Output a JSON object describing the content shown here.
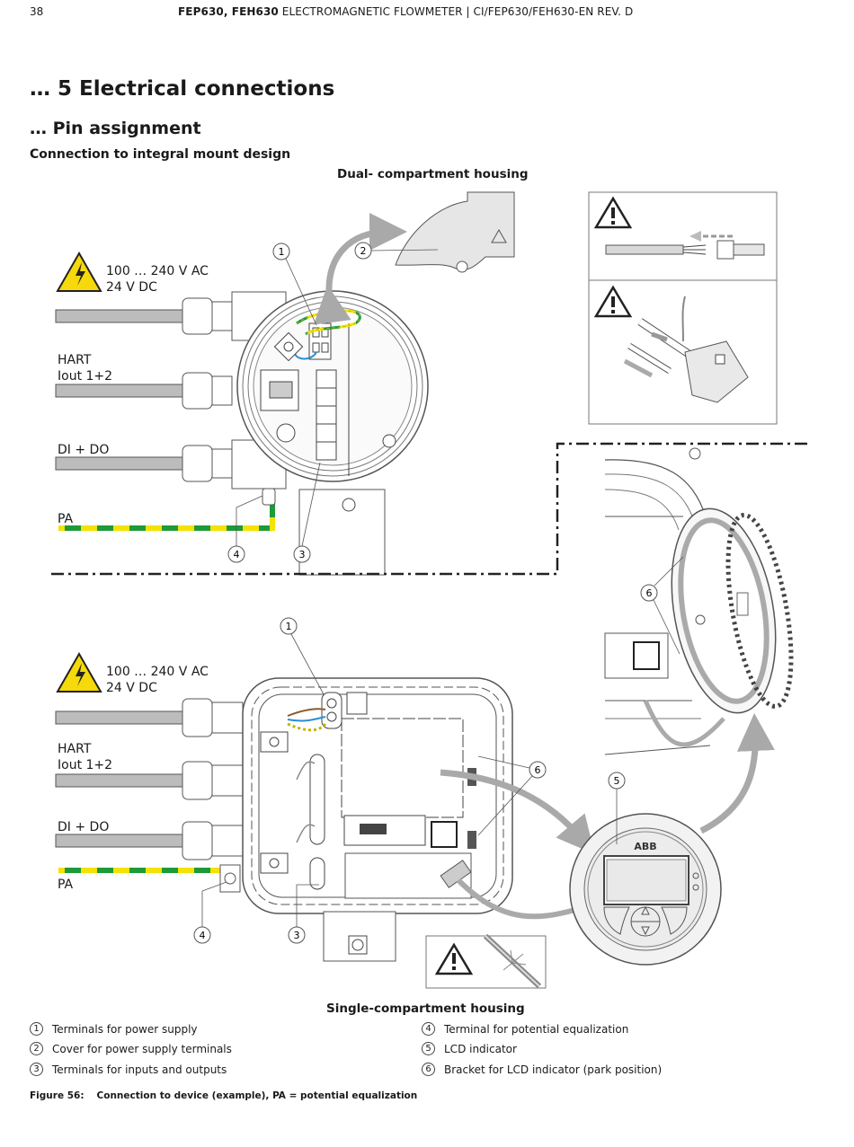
{
  "header": {
    "page_number": "38",
    "product_bold": "FEP630, FEH630",
    "product_rest": " ELECTROMAGNETIC FLOWMETER  |  CI/FEP630/FEH630-EN REV. D"
  },
  "headings": {
    "chapter": "… 5  Electrical connections",
    "section": "… Pin assignment",
    "subsection": "Connection to integral mount design"
  },
  "figure": {
    "dual_caption": "Dual- compartment housing",
    "single_caption": "Single-compartment housing",
    "voltage_line1": "100 … 240 V AC",
    "voltage_line2": "24 V DC",
    "hart_line1": "HART",
    "hart_line2": "Iout 1+2",
    "dido": "DI + DO",
    "pa": "PA",
    "lcd_brand": "ABB",
    "callouts": [
      "1",
      "2",
      "3",
      "4",
      "5",
      "6"
    ],
    "colors": {
      "warning_yellow": "#f5d90a",
      "pa_green": "#1e9a3a",
      "pa_yellow": "#f5e200",
      "cable_gray": "#bcbcbc",
      "arrow_gray": "#a9a9a9"
    }
  },
  "legend": {
    "items": [
      {
        "num": "1",
        "text": "Terminals for power supply"
      },
      {
        "num": "2",
        "text": "Cover for power supply terminals"
      },
      {
        "num": "3",
        "text": "Terminals for inputs and outputs"
      },
      {
        "num": "4",
        "text": "Terminal for potential equalization"
      },
      {
        "num": "5",
        "text": "LCD indicator"
      },
      {
        "num": "6",
        "text": "Bracket for LCD indicator (park position)"
      }
    ]
  },
  "caption": {
    "figure_no": "Figure 56:",
    "text": "Connection to device (example), PA = potential equalization"
  }
}
